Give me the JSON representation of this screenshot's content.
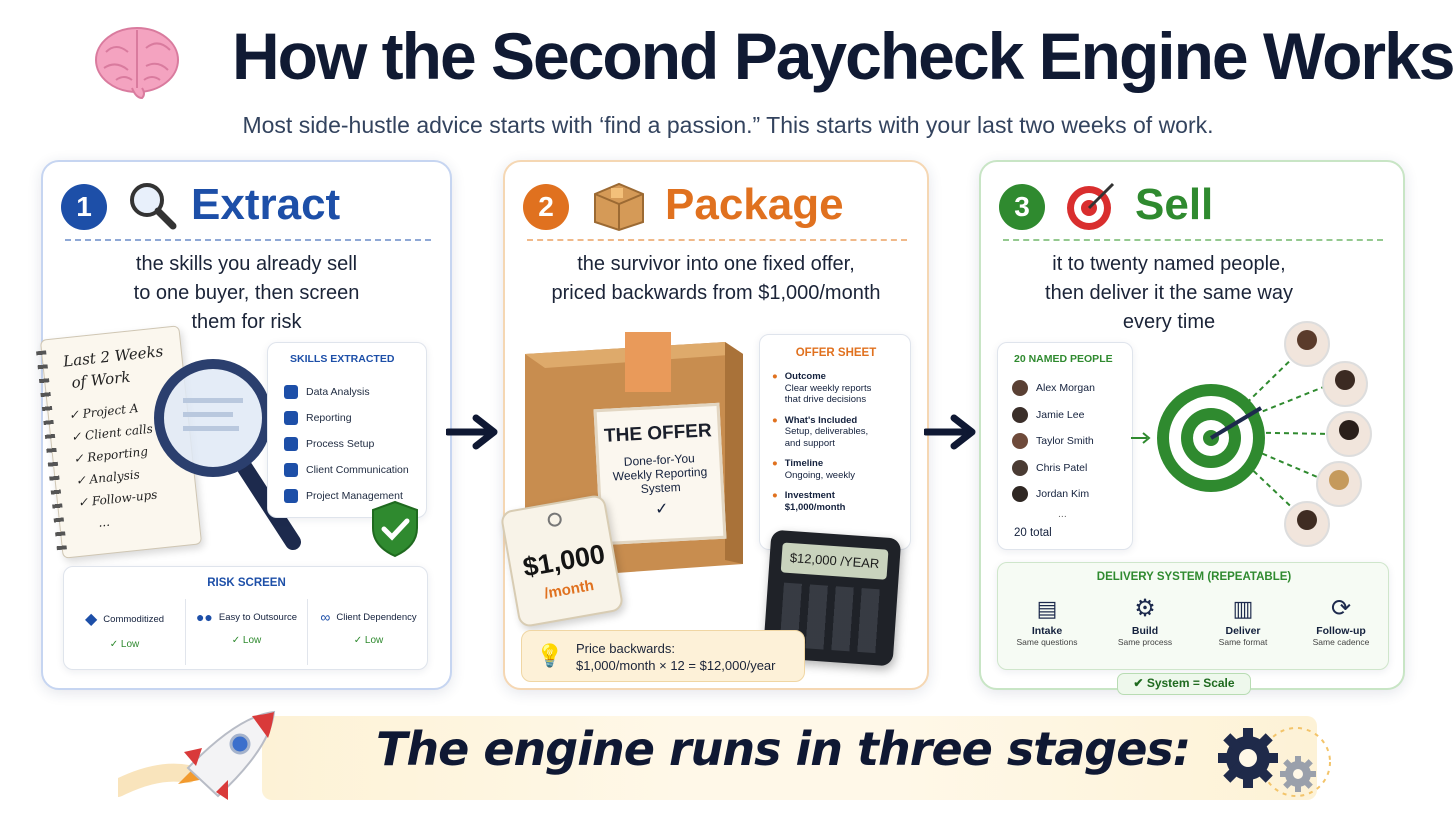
{
  "header": {
    "title": "How the Second Paycheck Engine Works",
    "subtitle": "Most side-hustle advice starts with ‘find a passion.” This starts with your last two weeks of work.",
    "icon": "brain-icon"
  },
  "colors": {
    "extract": "#1d4fa8",
    "package": "#e0711f",
    "sell": "#2f8a2f",
    "title": "#101a33"
  },
  "steps": [
    {
      "number": "1",
      "title": "Extract",
      "icon": "magnifying-glass-icon",
      "desc_lines": [
        "the skills you already sell",
        "to one buyer, then screen",
        "them for risk"
      ],
      "notebook": {
        "heading_1": "Last 2 Weeks",
        "heading_2": "of Work",
        "items": [
          "Project A",
          "Client calls",
          "Reporting",
          "Analysis",
          "Follow-ups"
        ],
        "more": "..."
      },
      "skills_card": {
        "title": "SKILLS EXTRACTED",
        "items": [
          "Data Analysis",
          "Reporting",
          "Process Setup",
          "Client Communication",
          "Project Management"
        ]
      },
      "risk_screen": {
        "title": "RISK SCREEN",
        "items": [
          {
            "label": "Commoditized",
            "value": "Low",
            "icon": "tag-icon"
          },
          {
            "label": "Easy to Outsource",
            "value": "Low",
            "icon": "people-icon"
          },
          {
            "label": "Client Dependency",
            "value": "Low",
            "icon": "link-icon"
          }
        ]
      }
    },
    {
      "number": "2",
      "title": "Package",
      "icon": "box-icon",
      "desc_lines": [
        "the survivor into one fixed offer,",
        "priced backwards from $1,000/month"
      ],
      "box_label": {
        "title": "THE OFFER",
        "line_1": "Done-for-You",
        "line_2": "Weekly Reporting",
        "line_3": "System"
      },
      "price_tag": {
        "amount": "$1,000",
        "unit": "/month"
      },
      "calculator": "$12,000 /YEAR",
      "offer_sheet": {
        "title": "OFFER SHEET",
        "items": [
          {
            "label": "Outcome",
            "lines": [
              "Clear weekly reports",
              "that drive decisions"
            ]
          },
          {
            "label": "What's Included",
            "lines": [
              "Setup, deliverables,",
              "and support"
            ]
          },
          {
            "label": "Timeline",
            "lines": [
              "Ongoing, weekly"
            ]
          },
          {
            "label": "Investment",
            "lines": [
              "$1,000/month"
            ]
          }
        ]
      },
      "note": {
        "line_1": "Price backwards:",
        "line_2": "$1,000/month × 12 = $12,000/year"
      }
    },
    {
      "number": "3",
      "title": "Sell",
      "icon": "target-icon",
      "desc_lines": [
        "it to twenty named people,",
        "then deliver it the same way",
        "every time"
      ],
      "people_card": {
        "title": "20 NAMED PEOPLE",
        "names": [
          "Alex Morgan",
          "Jamie Lee",
          "Taylor Smith",
          "Chris Patel",
          "Jordan Kim"
        ],
        "more": "...",
        "total": "20 total"
      },
      "delivery": {
        "title": "DELIVERY SYSTEM (REPEATABLE)",
        "stages": [
          {
            "label": "Intake",
            "sub": "Same questions",
            "icon": "clipboard-icon"
          },
          {
            "label": "Build",
            "sub": "Same process",
            "icon": "gear-icon"
          },
          {
            "label": "Deliver",
            "sub": "Same format",
            "icon": "chart-icon"
          },
          {
            "label": "Follow-up",
            "sub": "Same cadence",
            "icon": "refresh-icon"
          }
        ],
        "badge": "System = Scale"
      }
    }
  ],
  "banner": {
    "text": "The engine runs in three stages:",
    "left_icon": "rocket-icon",
    "right_icon": "gears-icon"
  }
}
